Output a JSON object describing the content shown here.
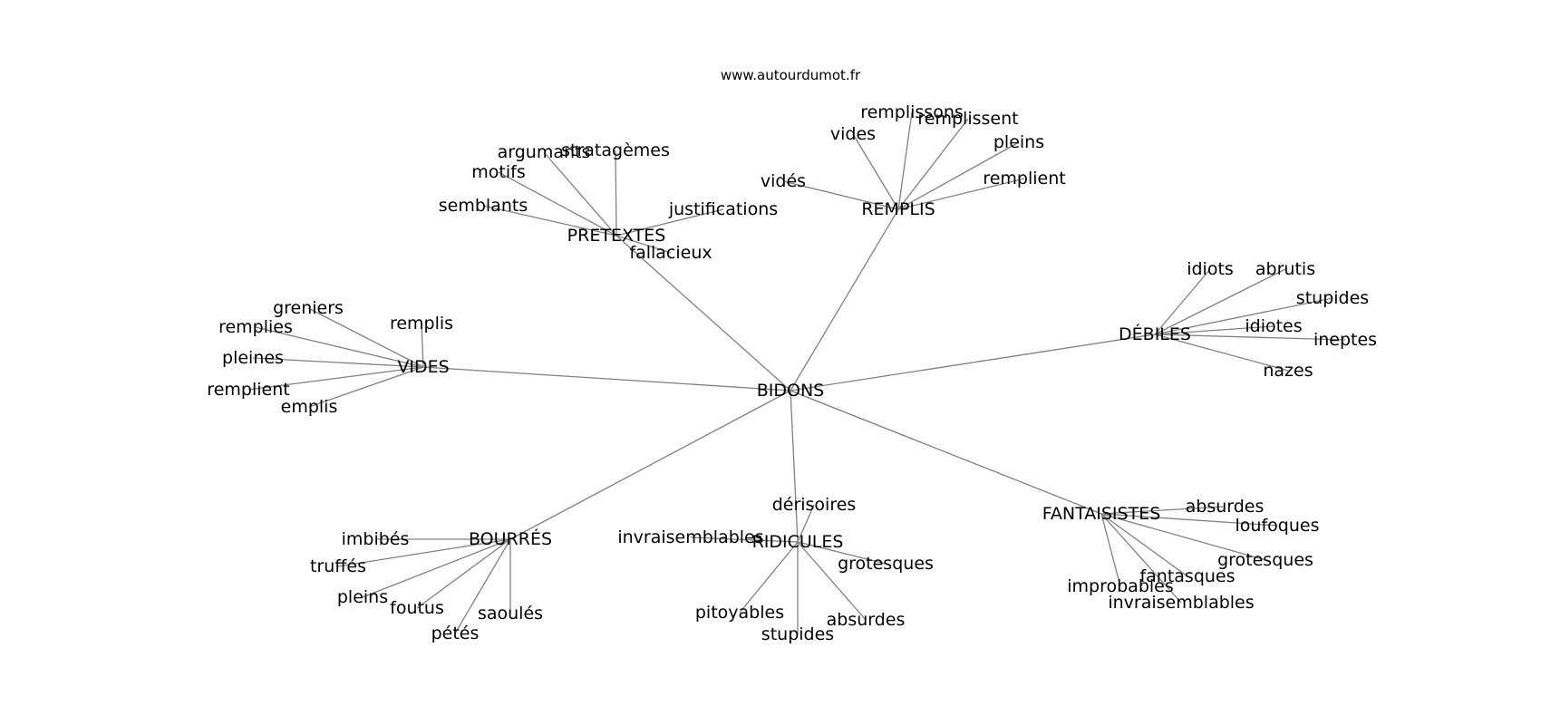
{
  "site_label": "www.autourdumot.fr",
  "center": "BIDONS",
  "branches": [
    {
      "label": "PRETEXTES",
      "leaves": [
        "argumants",
        "stratagèmes",
        "motifs",
        "semblants",
        "justifications",
        "fallacieux"
      ]
    },
    {
      "label": "REMPLIS",
      "leaves": [
        "vidés",
        "vides",
        "remplissons",
        "remplissent",
        "pleins",
        "remplient"
      ]
    },
    {
      "label": "VIDES",
      "leaves": [
        "greniers",
        "remplies",
        "pleines",
        "remplient",
        "emplis",
        "remplis"
      ]
    },
    {
      "label": "DÉBILES",
      "leaves": [
        "idiots",
        "abrutis",
        "stupides",
        "idiotes",
        "ineptes",
        "nazes"
      ]
    },
    {
      "label": "BOURRÉS",
      "leaves": [
        "imbibés",
        "truffés",
        "pleins",
        "foutus",
        "pétés",
        "saoulés"
      ]
    },
    {
      "label": "RIDICULES",
      "leaves": [
        "dérisoires",
        "invraisemblables",
        "grotesques",
        "pitoyables",
        "stupides",
        "absurdes"
      ]
    },
    {
      "label": "FANTAISISTES",
      "leaves": [
        "absurdes",
        "loufoques",
        "grotesques",
        "fantasques",
        "improbables",
        "invraisemblables"
      ]
    }
  ]
}
